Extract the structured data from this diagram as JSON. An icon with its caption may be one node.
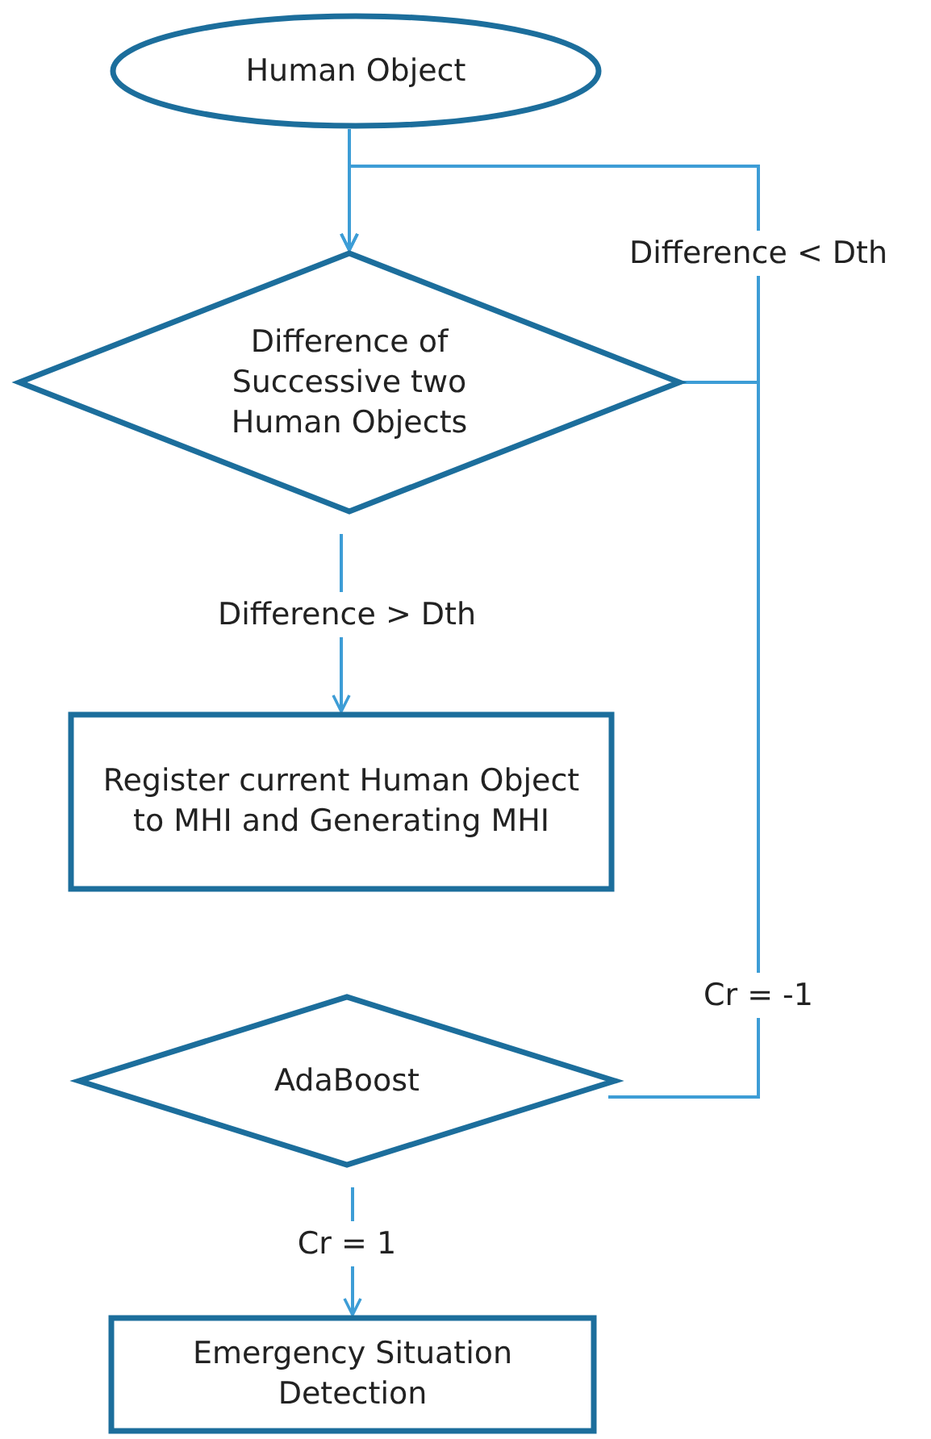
{
  "diagram": {
    "nodes": [
      {
        "text": [
          "Human Object"
        ]
      },
      {
        "text": [
          "Difference of Successive two Human Objects"
        ]
      },
      {
        "text": [
          "Register current Human Object to MHI and Generating MHI"
        ]
      },
      {
        "text": [
          "AdaBoost"
        ]
      },
      {
        "text": [
          "Emergency Situation Detection"
        ]
      }
    ],
    "edges": [
      {
        "from": 0,
        "to": 1,
        "arrow": "to"
      },
      {
        "from": 1,
        "to": 2,
        "arrow": "to",
        "label": "Difference > Dth"
      },
      {
        "from": 1,
        "to": 1,
        "arrow": "to",
        "label": "Difference < Dth"
      },
      {
        "from": 3,
        "to": 1,
        "arrow": "to",
        "label": "Cr = -1"
      },
      {
        "from": 3,
        "to": 4,
        "arrow": "to",
        "label": "Cr = 1"
      }
    ]
  }
}
